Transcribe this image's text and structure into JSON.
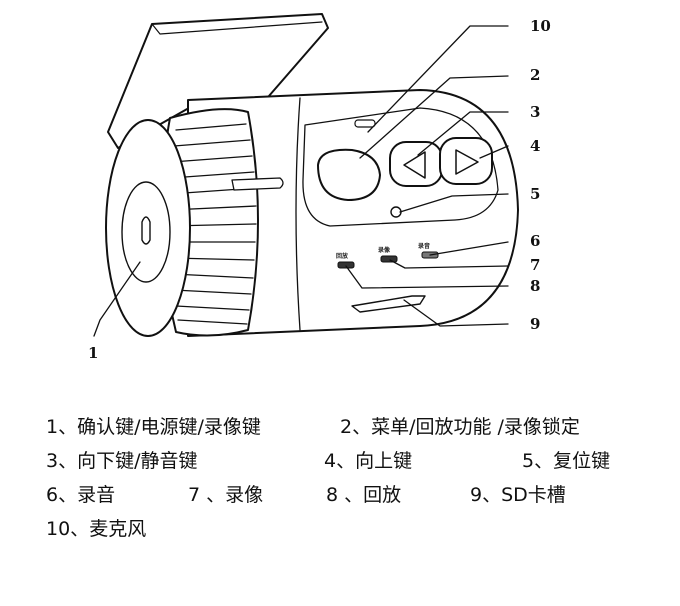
{
  "callouts": [
    "1",
    "2",
    "3",
    "4",
    "5",
    "6",
    "7",
    "8",
    "9",
    "10"
  ],
  "device_labels": {
    "playback": "回放",
    "video": "录像",
    "audio": "录音"
  },
  "legend": [
    {
      "num": "1、",
      "text": "确认键/电源键/录像键"
    },
    {
      "num": "2、",
      "text": "菜单/回放功能 /录像锁定"
    },
    {
      "num": "3、",
      "text": "向下键/静音键"
    },
    {
      "num": "4、",
      "text": "向上键"
    },
    {
      "num": "5、",
      "text": "复位键"
    },
    {
      "num": "6、",
      "text": "录音"
    },
    {
      "num": "7 、",
      "text": "录像"
    },
    {
      "num": "8 、",
      "text": "回放"
    },
    {
      "num": "9、",
      "text": "SD卡槽"
    },
    {
      "num": "10、",
      "text": "麦克风"
    }
  ]
}
